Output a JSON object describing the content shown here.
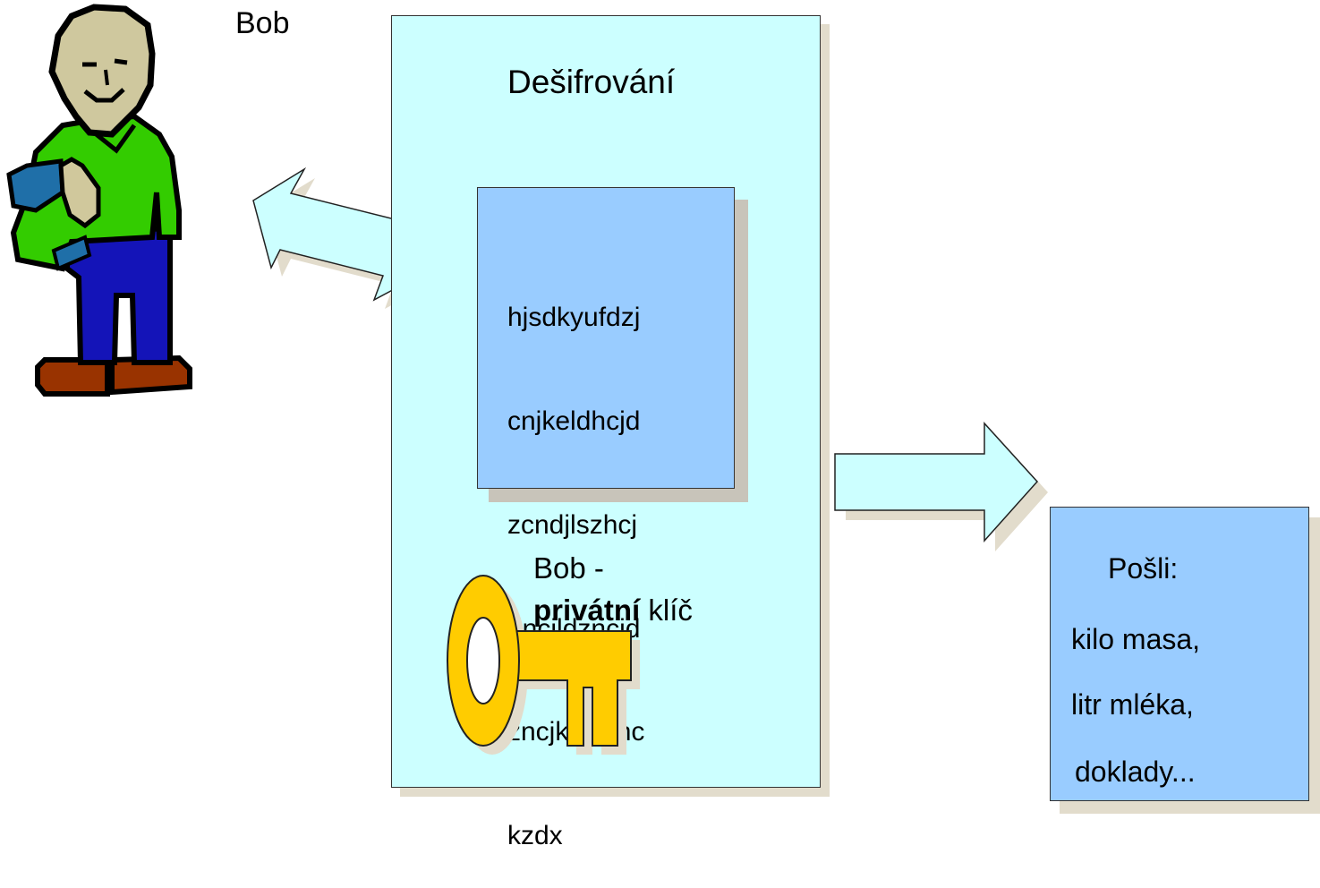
{
  "bob": {
    "name": "Bob"
  },
  "panel": {
    "title": "Dešifrování"
  },
  "ciphertext": {
    "lines": [
      "hjsdkyufdzj",
      "cnjkeldhcjd",
      "zcndjlszhcj",
      "dncjldzncjd",
      "zncjklzdxnc",
      "kzdx"
    ]
  },
  "key": {
    "line1": "Bob -",
    "bold": "privátní",
    "rest": " klíč"
  },
  "plaintext": {
    "lines": [
      "Pošli:",
      "kilo masa,",
      "litr mléka,",
      "doklady..."
    ]
  },
  "colors": {
    "panel": "#ccffff",
    "box": "#99ccff",
    "arrow": "#ccffff",
    "key": "#ffcc00",
    "shadow": "#e2dccc"
  },
  "icons": {
    "person": "person-icon",
    "key": "key-icon"
  }
}
